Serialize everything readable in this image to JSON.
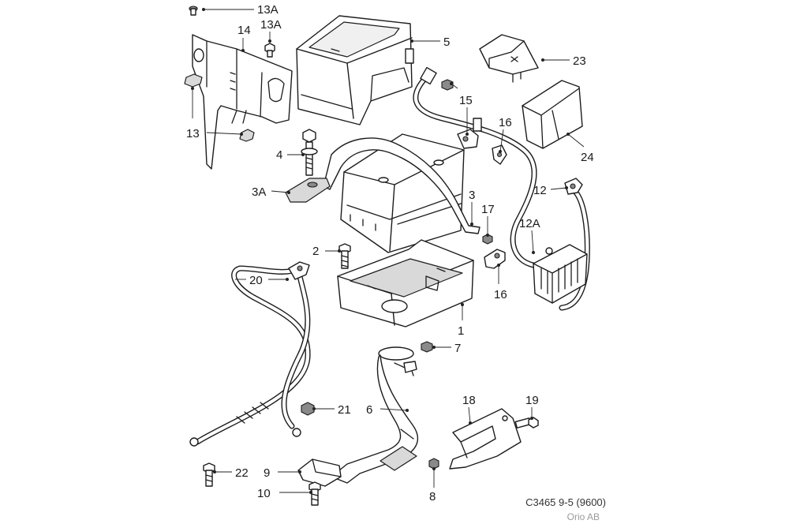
{
  "labels": {
    "p13a": "13A",
    "p14": "14",
    "p13": "13",
    "p5": "5",
    "p23": "23",
    "p15": "15",
    "p16a": "16",
    "p24": "24",
    "p4": "4",
    "p3a": "3A",
    "p3": "3",
    "p12": "12",
    "p17": "17",
    "p12a": "12A",
    "p2": "2",
    "p20": "20",
    "p16b": "16",
    "p1": "1",
    "p7": "7",
    "p21": "21",
    "p6": "6",
    "p18": "18",
    "p19": "19",
    "p22": "22",
    "p9": "9",
    "p10": "10",
    "p8": "8"
  },
  "footer": {
    "code": "C3465 9-5 (9600)",
    "copyright": "Orio AB"
  }
}
